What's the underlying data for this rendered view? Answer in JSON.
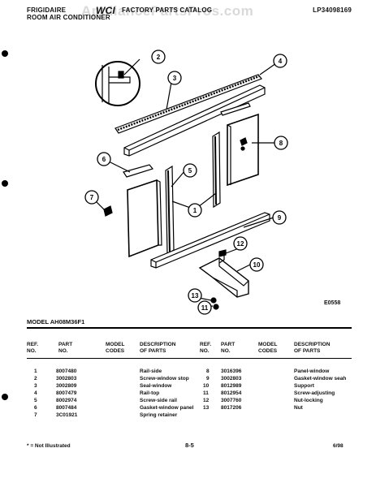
{
  "header": {
    "brand": "FRIGIDAIRE",
    "product": "ROOM AIR CONDITIONER",
    "logo": "WCI",
    "catalog_title": "FACTORY PARTS CATALOG",
    "catalog_id": "LP34098169"
  },
  "watermark": "AppliancePartsPros.com",
  "diagram": {
    "callouts": [
      "1",
      "2",
      "3",
      "4",
      "5",
      "6",
      "7",
      "8",
      "9",
      "10",
      "11",
      "12",
      "13"
    ],
    "code": "E0558"
  },
  "model_line": "MODEL AH08M36F1",
  "table": {
    "headers": {
      "ref": "REF.\nNO.",
      "part": "PART\nNO.",
      "codes": "MODEL\nCODES",
      "desc": "DESCRIPTION\nOF PARTS"
    },
    "left_rows": [
      {
        "ref": "1",
        "part": "8007480",
        "desc": "Rail-side"
      },
      {
        "ref": "2",
        "part": "3002803",
        "desc": "Screw-window stop"
      },
      {
        "ref": "3",
        "part": "3002809",
        "desc": "Seal-window"
      },
      {
        "ref": "4",
        "part": "8007479",
        "desc": "Rail-top"
      },
      {
        "ref": "5",
        "part": "8002974",
        "desc": "Screw-side rail"
      },
      {
        "ref": "6",
        "part": "8007484",
        "desc": "Gasket-window panel"
      },
      {
        "ref": "7",
        "part": "3C01921",
        "desc": "Spring retainer"
      }
    ],
    "right_rows": [
      {
        "ref": "8",
        "part": "3016396",
        "desc": "Panel-window"
      },
      {
        "ref": "9",
        "part": "3002803",
        "desc": "Gasket-window seah"
      },
      {
        "ref": "10",
        "part": "8012989",
        "desc": "Support"
      },
      {
        "ref": "11",
        "part": "8012954",
        "desc": "Screw-adjusting"
      },
      {
        "ref": "12",
        "part": "3007760",
        "desc": "Nut-locking"
      },
      {
        "ref": "13",
        "part": "8017206",
        "desc": "Nut"
      }
    ]
  },
  "footer": {
    "note": "* = Not Illustrated",
    "page": "8-5",
    "date": "6/98"
  }
}
